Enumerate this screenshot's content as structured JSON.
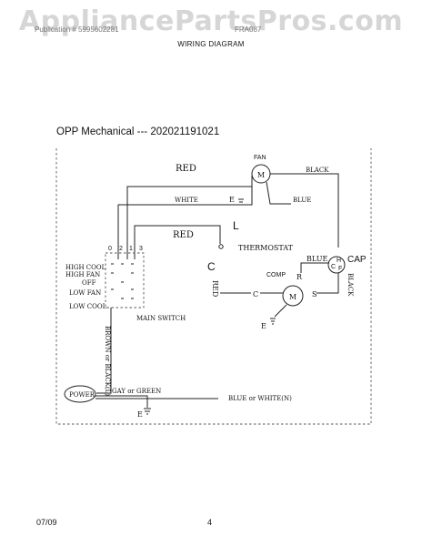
{
  "watermark": "AppliancePartsPros.com",
  "header": {
    "left": "Publication # 5995602281",
    "right": "FRA087",
    "doc_title": "WIRING DIAGRAM"
  },
  "diagram": {
    "title": "OPP Mechanical --- 202021191021",
    "fan": "FAN",
    "red_top": "RED",
    "black_top": "BLACK",
    "white": "WHITE",
    "e_fan": "E",
    "blue_fan": "BLUE",
    "red_therm": "RED",
    "l_term": "L",
    "thermostat": "THERMOSTAT",
    "c_term": "C",
    "switch_cols": [
      "0",
      "2",
      "1",
      "3"
    ],
    "switch_rows": [
      "HIGH COOL",
      "HIGH FAN",
      "OFF",
      "LOW FAN",
      "LOW COOL"
    ],
    "main_switch": "MAIN SWITCH",
    "blue_cap": "BLUE",
    "cap": "CAP",
    "cap_c": "C",
    "cap_h": "H",
    "cap_f": "F",
    "black_right": "BLACK",
    "comp": "COMP",
    "r_term": "R",
    "c_comp": "C",
    "s_term": "S",
    "red_vert": "RED",
    "e_comp": "E",
    "brown_black": "BROWN or BLACK(L)",
    "power": "POWER",
    "gray_green": "GAY or GREEN",
    "e_power": "E",
    "blue_white": "BLUE or WHITE(N)",
    "motor": "M"
  },
  "footer": {
    "date": "07/09",
    "page": "4"
  }
}
